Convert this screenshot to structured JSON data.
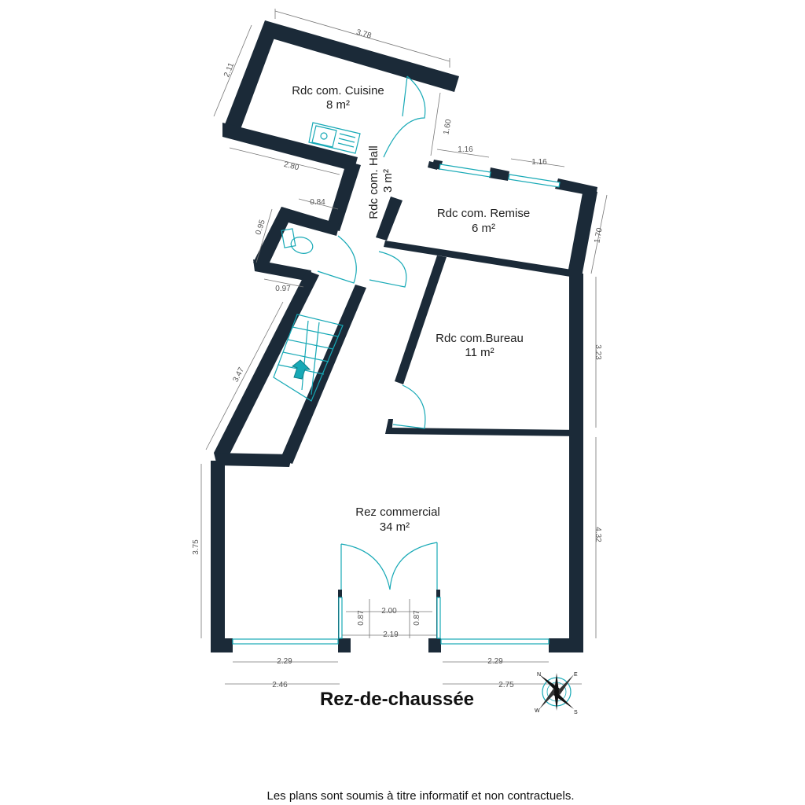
{
  "plan": {
    "title": "Rez-de-chaussée",
    "disclaimer": "Les plans sont soumis à titre informatif et non contractuels.",
    "colors": {
      "wall": "#1b2a38",
      "fixtures": "#17a9b6",
      "dimension": "#777777"
    },
    "rooms": {
      "cuisine": {
        "name": "Rdc com. Cuisine",
        "area": "8 m²"
      },
      "hall": {
        "name": "Rdc com. Hall",
        "area": "3 m²"
      },
      "remise": {
        "name": "Rdc com. Remise",
        "area": "6 m²"
      },
      "bureau": {
        "name": "Rdc com.Bureau",
        "area": "11 m²"
      },
      "commercial": {
        "name": "Rez commercial",
        "area": "34 m²"
      }
    },
    "dimensions": {
      "cuisine_top": "3.78",
      "cuisine_left": "2.11",
      "cuisine_bottom": "2.80",
      "door_1": "1.60",
      "window_1": "1.16",
      "window_2": "1.16",
      "remise_right": "1.70",
      "wc_top": "0.84",
      "wc_left": "0.95",
      "wc_bottom": "0.97",
      "stairs": "3.47",
      "bureau_right": "3.23",
      "commercial_right": "4.32",
      "commercial_left": "3.75",
      "entry_inner": "2.00",
      "entry_outer": "2.19",
      "entry_left_depth": "0.87",
      "entry_right_depth": "0.87",
      "window_left": "2.29",
      "window_right": "2.29",
      "front_left": "2.46",
      "front_right": "2.75"
    },
    "compass": {
      "letters": [
        "N",
        "E",
        "S",
        "W"
      ],
      "icon": "compass-rose-icon"
    }
  }
}
